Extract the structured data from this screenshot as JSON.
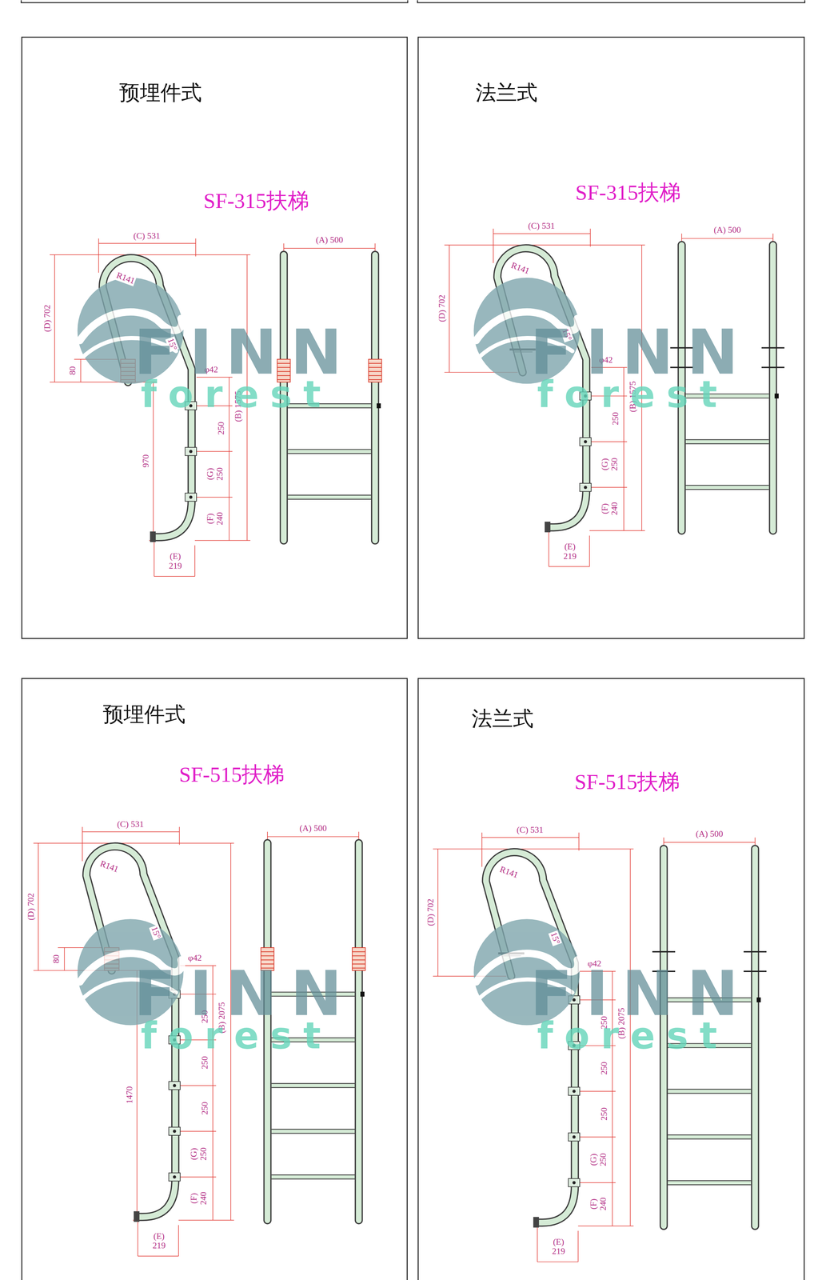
{
  "diagram": {
    "nodes": [
      {
        "text": [
          "预埋件式",
          "SF-315扶梯"
        ]
      },
      {
        "text": [
          "法兰式",
          "SF-315扶梯"
        ]
      },
      {
        "text": [
          "预埋件式",
          "SF-515扶梯"
        ]
      },
      {
        "text": [
          "法兰式",
          "SF-515扶梯"
        ]
      }
    ],
    "labels": [
      "(C) 531",
      "(A) 500",
      "R141",
      "(D) 702",
      "15°",
      "80",
      "φ42",
      "(B) 1575",
      "250",
      "970",
      "(G) 250",
      "(F) 240",
      "(E) 219",
      "FINN",
      "forest",
      "(C) 531",
      "(A) 500",
      "R141",
      "(D) 702",
      "15°",
      "φ42",
      "(B) 1575",
      "250",
      "(G) 250",
      "(F) 240",
      "(E) 219",
      "FINN",
      "forest",
      "(C) 531",
      "(A) 500",
      "R141",
      "(D) 702",
      "15°",
      "80",
      "φ42",
      "(B) 2075",
      "250",
      "250",
      "250",
      "1470",
      "(G) 250",
      "(F) 240",
      "(E) 219",
      "FINN",
      "forest",
      "(C) 531",
      "(A) 500",
      "R141",
      "(D) 702",
      "15°",
      "φ42",
      "(B) 2075",
      "250",
      "250",
      "250",
      "(G) 250",
      "(F) 240",
      "(E) 219",
      "FINN",
      "forest"
    ]
  }
}
